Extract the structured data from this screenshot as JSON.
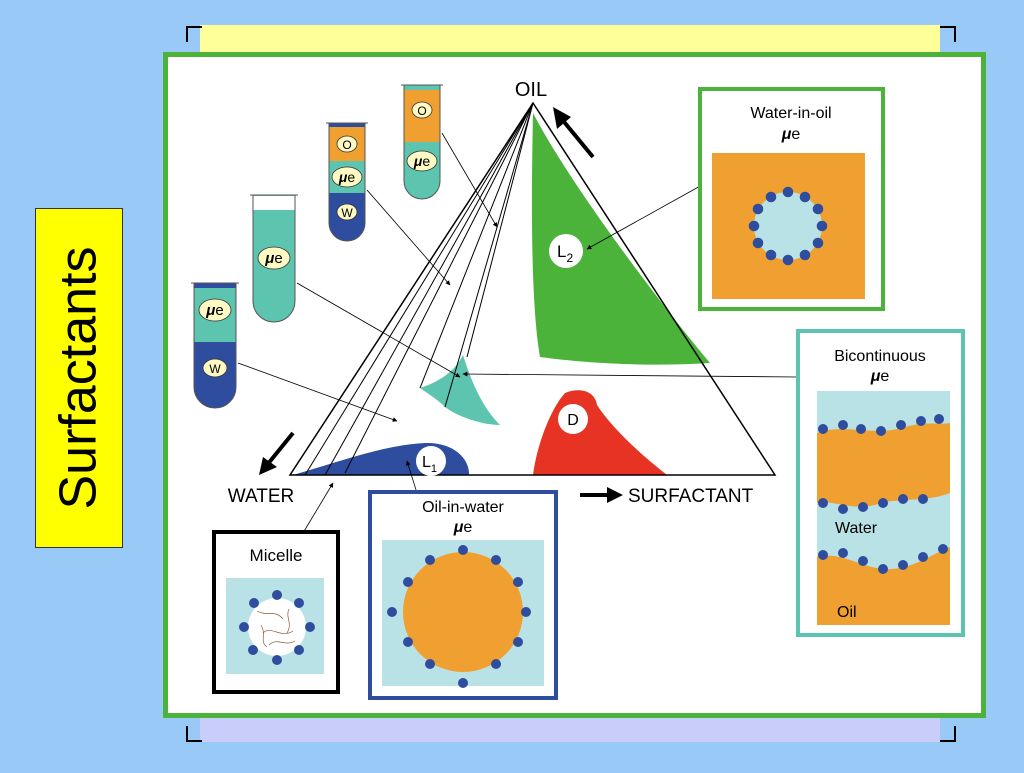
{
  "slide": {
    "title": "Surfactants"
  },
  "diagram": {
    "vertices": {
      "oil": "OIL",
      "water": "WATER",
      "surfactant": "SURFACTANT"
    },
    "regions": {
      "l2": "L",
      "l2_sub": "2",
      "l1": "L",
      "l1_sub": "1",
      "d": "D"
    },
    "tubes": {
      "t1_top": "O",
      "t1_bottom": "e",
      "t2_top": "O",
      "t2_mid": "e",
      "t2_bottom": "W",
      "t3_only": "e",
      "t4_top": "e",
      "t4_bottom": "W"
    },
    "mu": "μ",
    "insets": {
      "water_in_oil": {
        "line1": "Water-in-oil",
        "line2": "e"
      },
      "bicontinuous": {
        "line1": "Bicontinuous",
        "line2": "e",
        "water": "Water",
        "oil": "Oil"
      },
      "oil_in_water": {
        "line1": "Oil-in-water",
        "line2": "e"
      },
      "micelle": {
        "line1": "Micelle"
      }
    },
    "colors": {
      "oil": "#f0a030",
      "water": "#2e4d9e",
      "microemulsion": "#5dc4b0",
      "l2_region": "#4bb33a",
      "d_region": "#e63323",
      "pale_water": "#b9e2e6",
      "frame_green": "#4bb33a"
    }
  }
}
